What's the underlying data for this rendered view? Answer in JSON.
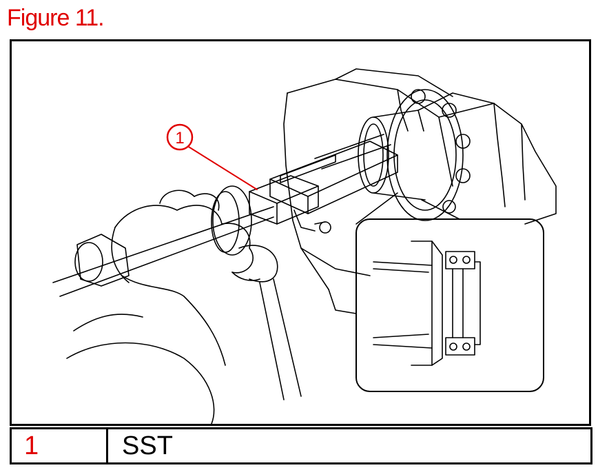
{
  "figure": {
    "title": "Figure 11.",
    "callout_number": "1"
  },
  "legend": {
    "rows": [
      {
        "number": "1",
        "text": "SST"
      }
    ]
  },
  "colors": {
    "title": "#e00000",
    "callout": "#e00000",
    "line": "#000000"
  }
}
